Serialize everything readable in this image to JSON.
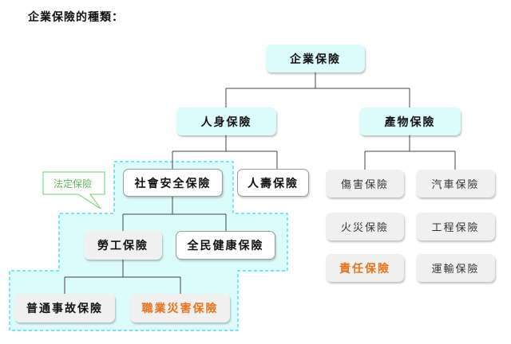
{
  "title": "企業保險的種類：",
  "colors": {
    "cyan": "#dcfcfc",
    "dashed": "#2ad8e6",
    "callout_green": "#6ccf6c",
    "highlight": "#e8731a",
    "line": "#444444"
  },
  "callout": {
    "label": "法定保險"
  },
  "nodes": {
    "root": "企業保險",
    "personal": "人身保險",
    "property": "產物保險",
    "social_security": "社會安全保險",
    "life": "人壽保險",
    "labor": "勞工保險",
    "national_health": "全民健康保險",
    "ordinary_accident": "普通事故保險",
    "occupational": "職業災害保險",
    "injury": "傷害保險",
    "auto": "汽車保險",
    "fire": "火災保險",
    "engineering": "工程保險",
    "liability": "責任保險",
    "transport": "運輸保險"
  }
}
